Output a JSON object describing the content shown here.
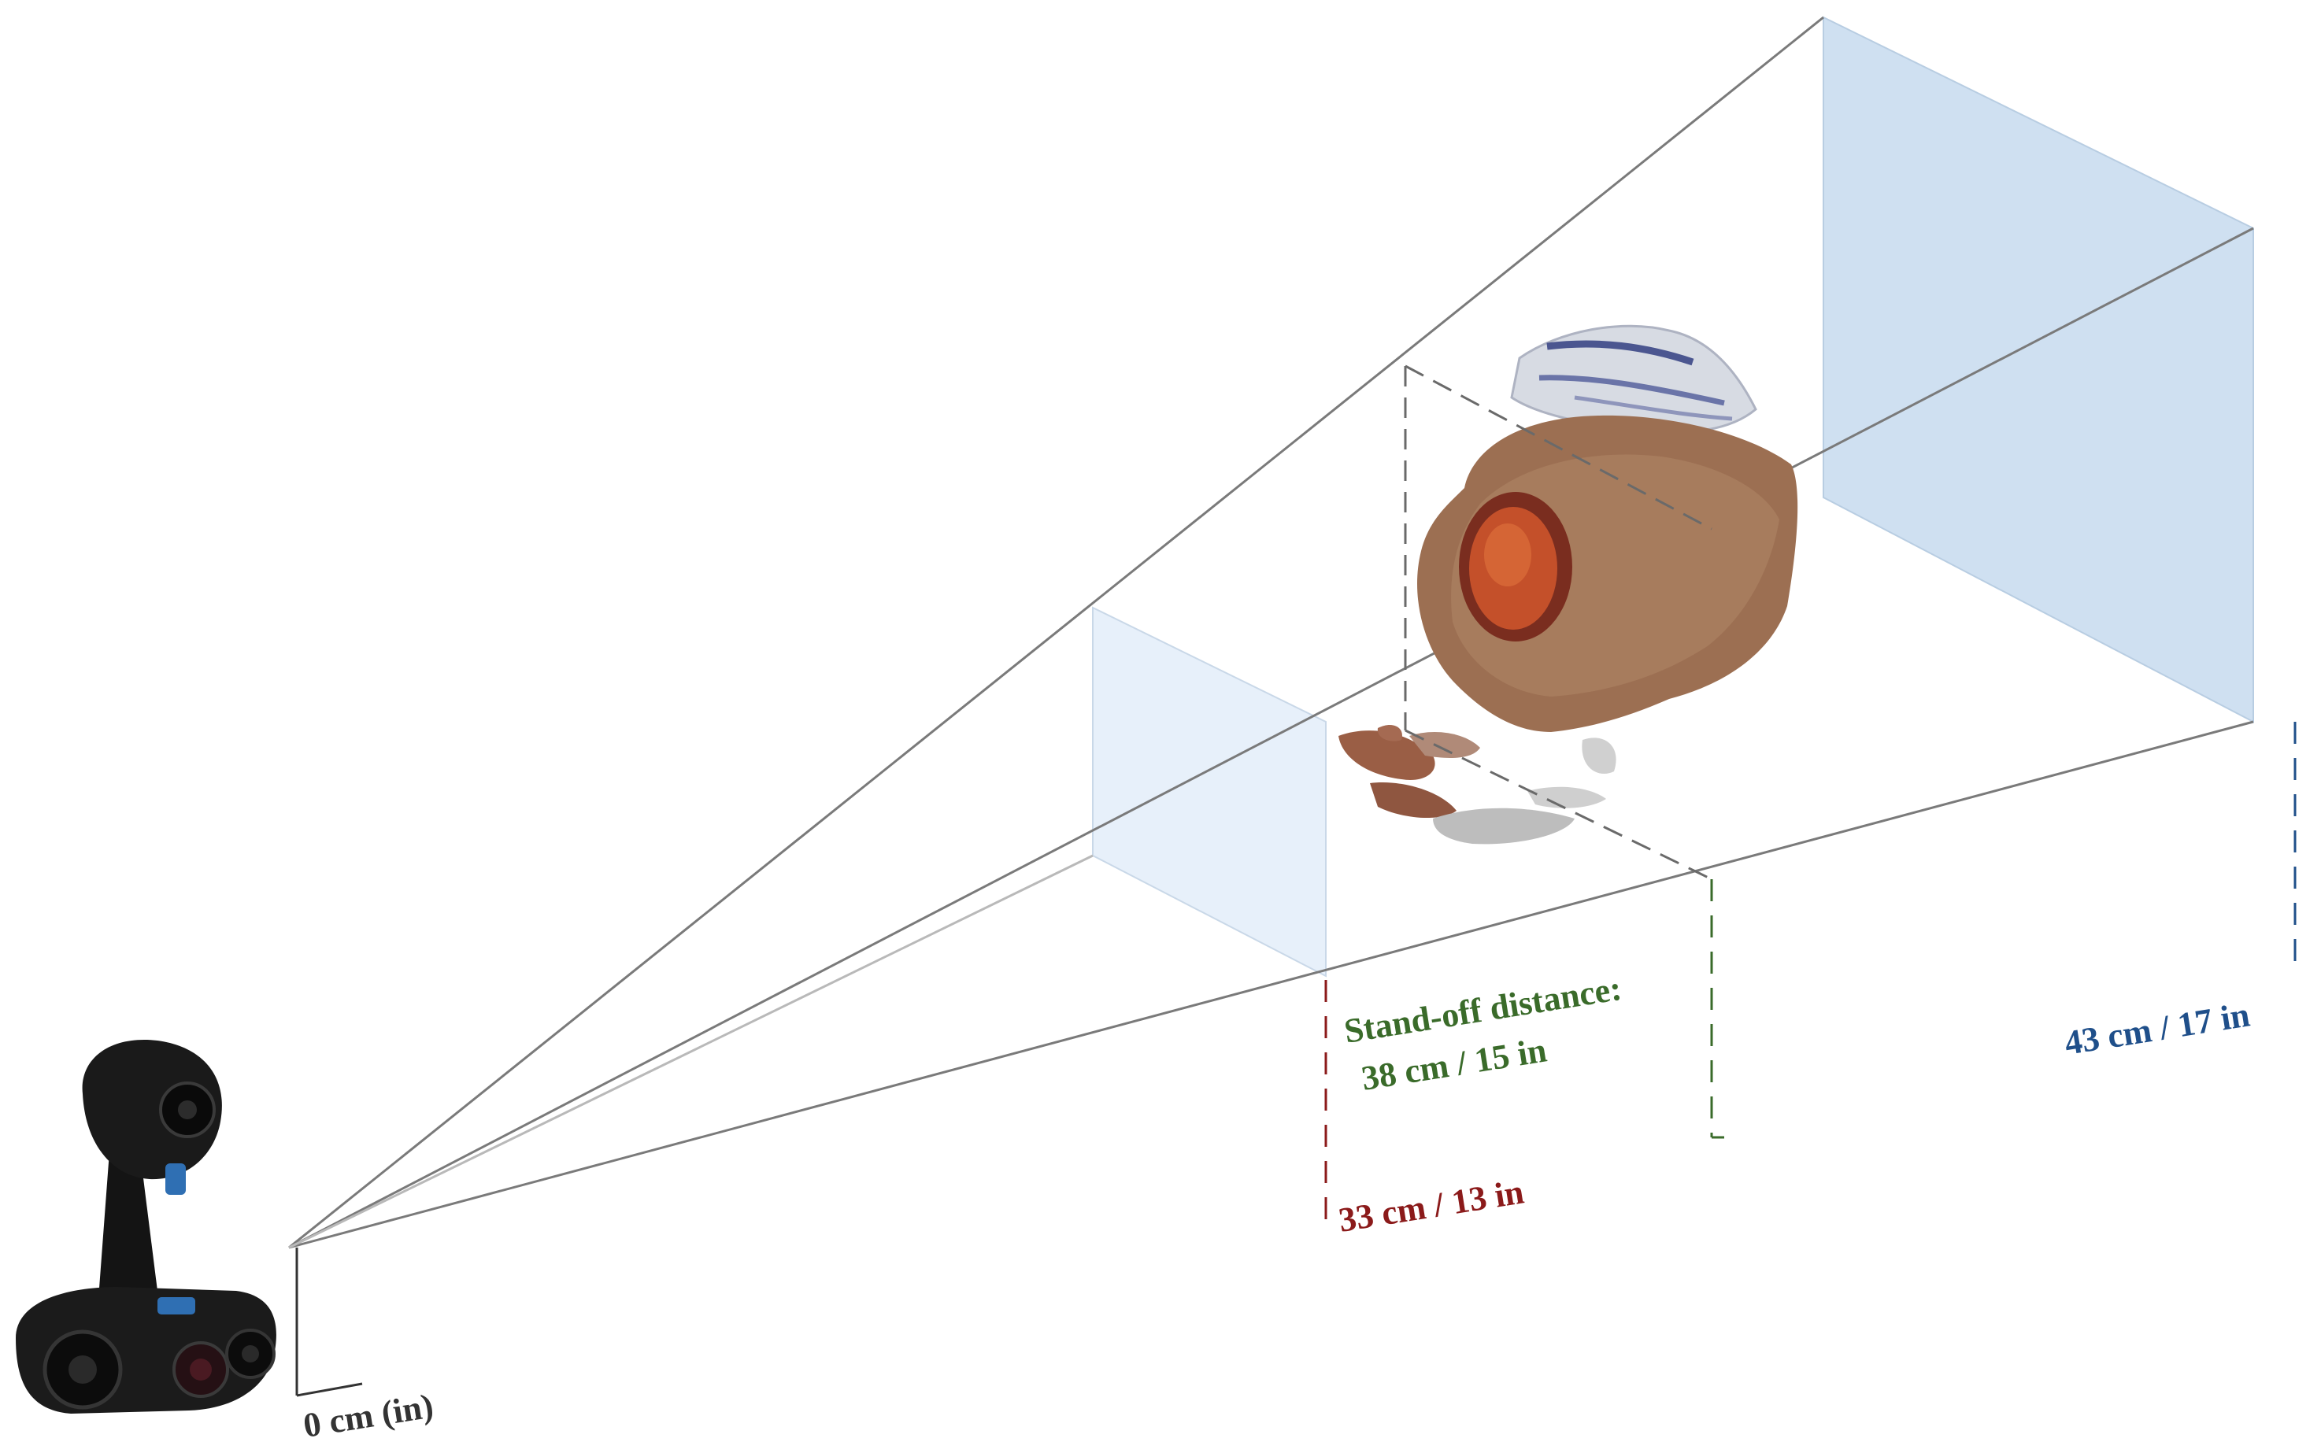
{
  "diagram": {
    "origin_label": "0 cm (in)",
    "near_label": "33 cm / 13 in",
    "standoff_label_line1": "Stand-off distance:",
    "standoff_label_line2": "38 cm / 15 in",
    "far_label": "43 cm / 17 in"
  },
  "colors": {
    "frustum_line": "#7a7a7a",
    "near_plane_fill": "#e7f0fa",
    "far_plane_fill": "#cfe0f1",
    "near_color": "#8b1a1a",
    "standoff_color": "#3a6b2a",
    "far_color": "#1f4f8a",
    "origin_color": "#333333"
  },
  "icons": {
    "scanner": "handheld-3d-scanner-icon",
    "wound_scan": "wound-3d-scan-image"
  }
}
